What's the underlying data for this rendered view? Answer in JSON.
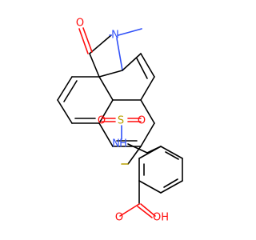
{
  "colors": {
    "carbon": "#000000",
    "oxygen": "#ff0d0d",
    "nitrogen": "#3050f8",
    "sulfur": "#b8a000"
  },
  "atoms": {
    "ring_o": "O",
    "ring_n": "N",
    "methyl": "",
    "s": "S",
    "so_left": "O",
    "so_right": "O",
    "nh_n": "N",
    "nh_h": "H",
    "cooh_o": "O",
    "cooh_oh": "OH"
  }
}
